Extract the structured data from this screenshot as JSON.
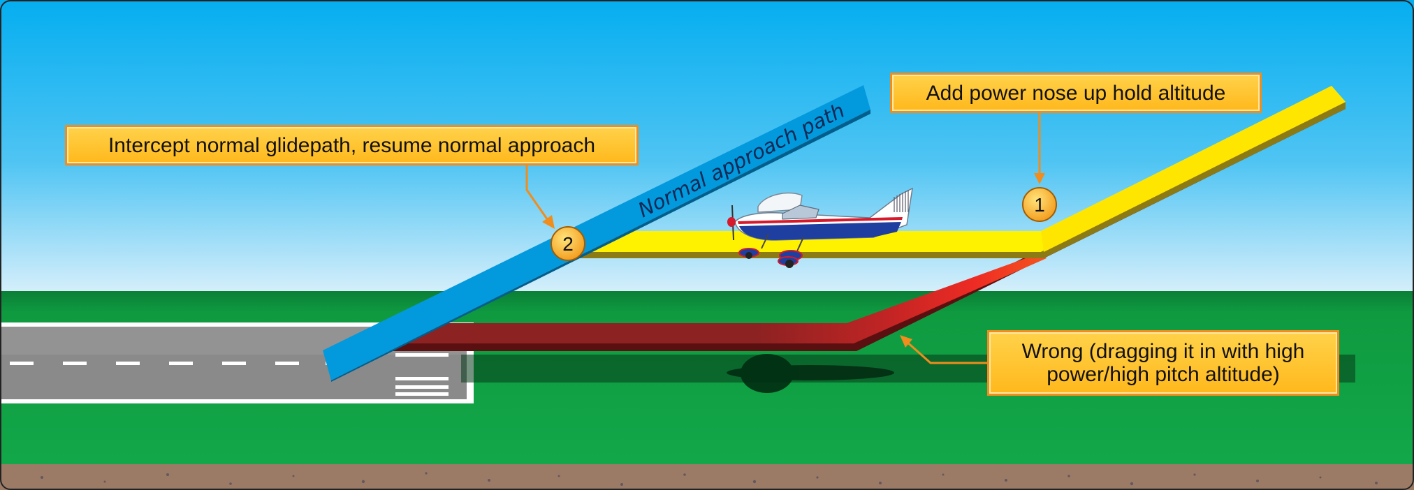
{
  "callouts": {
    "step1": "Add power nose up hold altitude",
    "step2": "Intercept normal glidepath, resume normal approach",
    "wrong": "Wrong (dragging it in with high\npower/high pitch altitude)"
  },
  "markers": {
    "one": "1",
    "two": "2"
  },
  "path_label": "Normal approach path",
  "colors": {
    "sky_top": "#05aef0",
    "sky_bottom": "#d6effb",
    "grass": "#11a544",
    "normal_path": "#0399dd",
    "correction_path": "#fff200",
    "wrong_path_dark": "#8c2222",
    "wrong_path_bright": "#ee2b24",
    "callout_fill": "#ffc72c",
    "callout_border": "#f08d1c"
  },
  "icons": [
    "airplane-icon",
    "runway-icon",
    "airplane-shadow-icon"
  ]
}
